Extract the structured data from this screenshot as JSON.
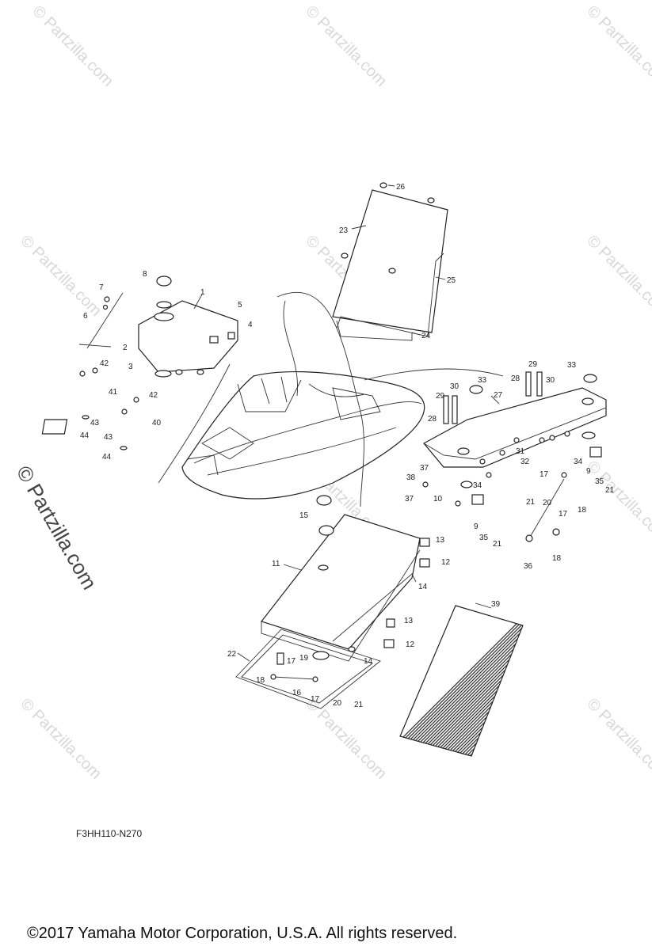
{
  "watermark": "© Partzilla.com",
  "diagram_code": "F3HH110-N270",
  "copyright": "©2017  Yamaha Motor Corporation, U.S.A. All rights reserved.",
  "callouts": [
    {
      "id": "c1",
      "label": "1"
    },
    {
      "id": "c2",
      "label": "2"
    },
    {
      "id": "c3",
      "label": "3"
    },
    {
      "id": "c4",
      "label": "4"
    },
    {
      "id": "c5",
      "label": "5"
    },
    {
      "id": "c6",
      "label": "6"
    },
    {
      "id": "c7",
      "label": "7"
    },
    {
      "id": "c8",
      "label": "8"
    },
    {
      "id": "c9a",
      "label": "9"
    },
    {
      "id": "c9b",
      "label": "9"
    },
    {
      "id": "c10",
      "label": "10"
    },
    {
      "id": "c11",
      "label": "11"
    },
    {
      "id": "c12a",
      "label": "12"
    },
    {
      "id": "c12b",
      "label": "12"
    },
    {
      "id": "c13a",
      "label": "13"
    },
    {
      "id": "c13b",
      "label": "13"
    },
    {
      "id": "c14a",
      "label": "14"
    },
    {
      "id": "c14b",
      "label": "14"
    },
    {
      "id": "c15",
      "label": "15"
    },
    {
      "id": "c16",
      "label": "16"
    },
    {
      "id": "c17a",
      "label": "17"
    },
    {
      "id": "c17b",
      "label": "17"
    },
    {
      "id": "c17c",
      "label": "17"
    },
    {
      "id": "c17d",
      "label": "17"
    },
    {
      "id": "c18a",
      "label": "18"
    },
    {
      "id": "c18b",
      "label": "18"
    },
    {
      "id": "c18c",
      "label": "18"
    },
    {
      "id": "c19",
      "label": "19"
    },
    {
      "id": "c20a",
      "label": "20"
    },
    {
      "id": "c20b",
      "label": "20"
    },
    {
      "id": "c21a",
      "label": "21"
    },
    {
      "id": "c21b",
      "label": "21"
    },
    {
      "id": "c21c",
      "label": "21"
    },
    {
      "id": "c21d",
      "label": "21"
    },
    {
      "id": "c22",
      "label": "22"
    },
    {
      "id": "c23",
      "label": "23"
    },
    {
      "id": "c24",
      "label": "24"
    },
    {
      "id": "c25",
      "label": "25"
    },
    {
      "id": "c26",
      "label": "26"
    },
    {
      "id": "c27",
      "label": "27"
    },
    {
      "id": "c28a",
      "label": "28"
    },
    {
      "id": "c28b",
      "label": "28"
    },
    {
      "id": "c29a",
      "label": "29"
    },
    {
      "id": "c29b",
      "label": "29"
    },
    {
      "id": "c30a",
      "label": "30"
    },
    {
      "id": "c30b",
      "label": "30"
    },
    {
      "id": "c31",
      "label": "31"
    },
    {
      "id": "c32",
      "label": "32"
    },
    {
      "id": "c33a",
      "label": "33"
    },
    {
      "id": "c33b",
      "label": "33"
    },
    {
      "id": "c34a",
      "label": "34"
    },
    {
      "id": "c34b",
      "label": "34"
    },
    {
      "id": "c35a",
      "label": "35"
    },
    {
      "id": "c35b",
      "label": "35"
    },
    {
      "id": "c36",
      "label": "36"
    },
    {
      "id": "c37a",
      "label": "37"
    },
    {
      "id": "c37b",
      "label": "37"
    },
    {
      "id": "c38",
      "label": "38"
    },
    {
      "id": "c39",
      "label": "39"
    },
    {
      "id": "c40",
      "label": "40"
    },
    {
      "id": "c41",
      "label": "41"
    },
    {
      "id": "c42a",
      "label": "42"
    },
    {
      "id": "c42b",
      "label": "42"
    },
    {
      "id": "c43a",
      "label": "43"
    },
    {
      "id": "c43b",
      "label": "43"
    },
    {
      "id": "c44a",
      "label": "44"
    },
    {
      "id": "c44b",
      "label": "44"
    }
  ]
}
